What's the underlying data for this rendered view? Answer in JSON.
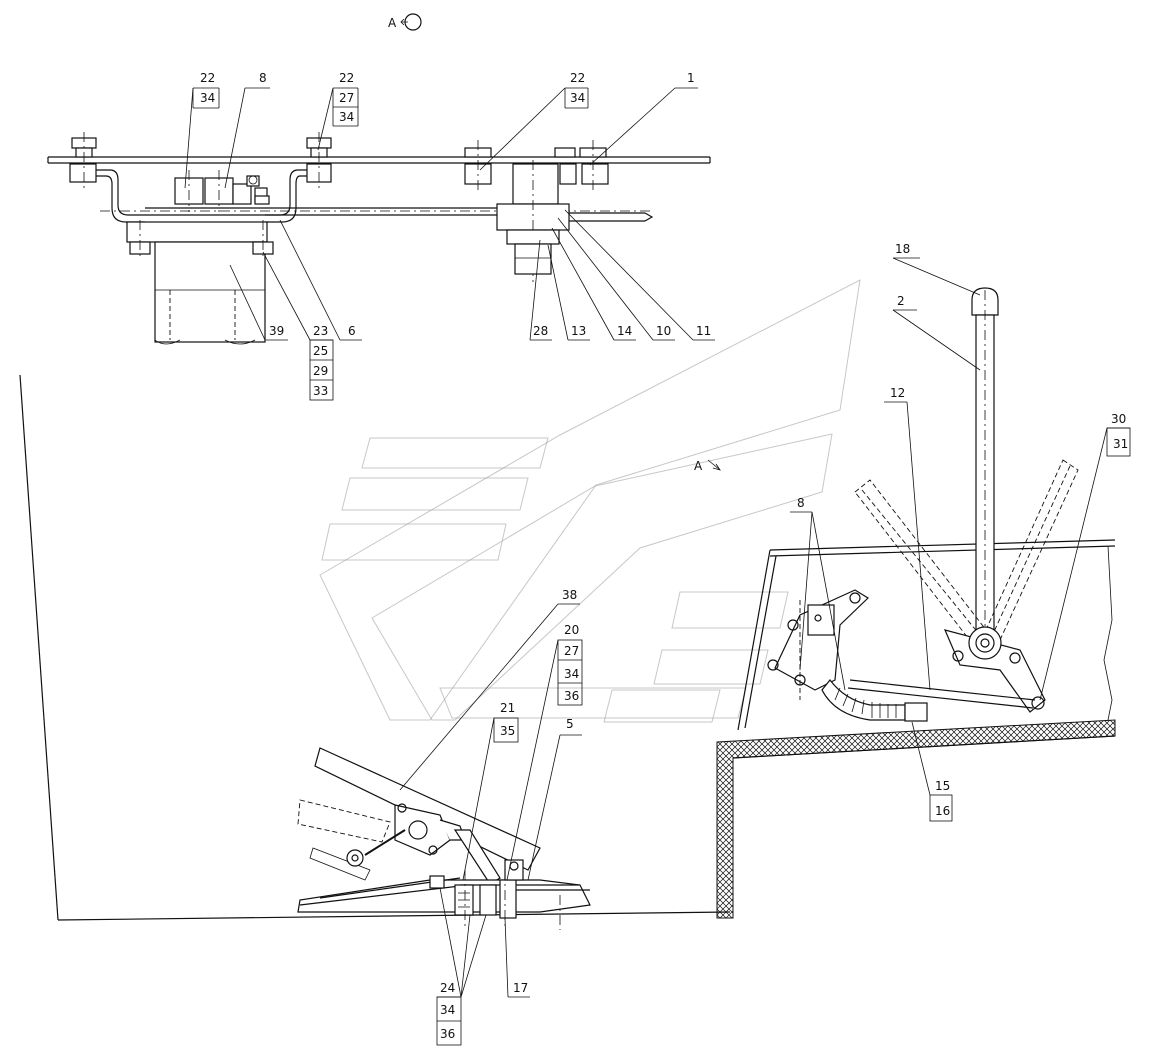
{
  "view_label": "A",
  "section_label": "A",
  "callouts": {
    "top_left_22": "22",
    "top_left_34": "34",
    "top_8": "8",
    "top_mid_22": "22",
    "top_mid_27": "27",
    "top_mid_34": "34",
    "top_right_22": "22",
    "top_right_34": "34",
    "top_1": "1",
    "c39": "39",
    "c23": "23",
    "c25": "25",
    "c29": "29",
    "c33": "33",
    "c6": "6",
    "c28": "28",
    "c13": "13",
    "c14": "14",
    "c10": "10",
    "c11": "11",
    "c18": "18",
    "c2": "2",
    "c12": "12",
    "c30": "30",
    "c31": "31",
    "c8b": "8",
    "c38": "38",
    "c20": "20",
    "c27b": "27",
    "c34b": "34",
    "c36b": "36",
    "c21": "21",
    "c35": "35",
    "c5": "5",
    "c15": "15",
    "c16": "16",
    "c24": "24",
    "c34c": "34",
    "c36c": "36",
    "c17": "17"
  }
}
